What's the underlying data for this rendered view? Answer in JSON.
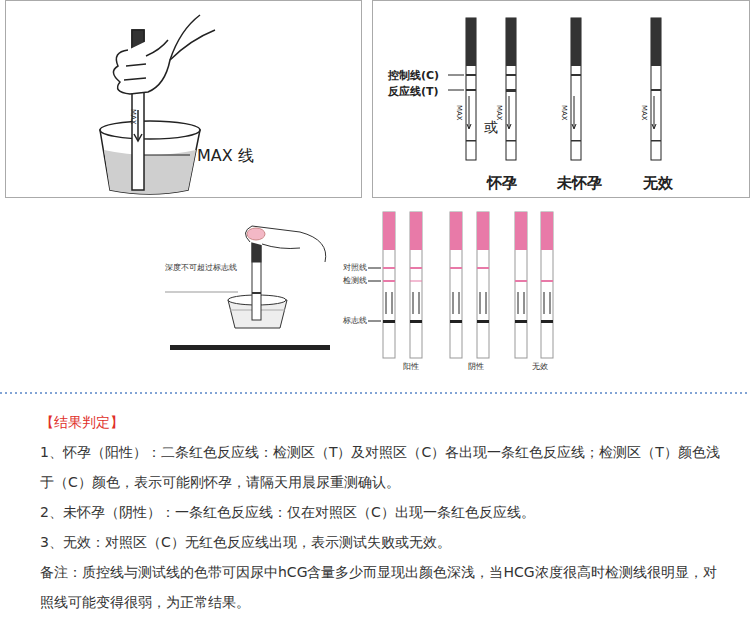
{
  "diagram": {
    "nodes": [
      {
        "text": [
          "MAX 线",
          "MAX"
        ]
      },
      {
        "text": [
          "控制线(C)",
          "反应线(T)",
          "MAX",
          "或",
          "MAX",
          "MAX",
          "MAX",
          "怀孕",
          "未怀孕",
          "无效"
        ]
      }
    ],
    "labels": [
      "深度不可超过标志线",
      "对照线",
      "检测线",
      "标志线",
      "阳性",
      "阴性",
      "无效",
      "【结果判定】",
      "1、怀孕（阳性）：二条红色反应线：检测区（T）及对照区（C）各出现一条红色反应线；检测区（T）颜色浅 于（C）颜色，表示可能刚怀孕，请隔天用晨尿重测确认。",
      "2、未怀孕（阴性）：一条红色反应线：仅在对照区（C）出现一条红色反应线。",
      "3、无效：对照区（C）无红色反应线出现，表示测试失败或无效。",
      "备注：质控线与测试线的色带可因尿中hCG含量多少而显现出颜色深浅，当HCG浓度很高时检测线很明显，对照线可能变得很弱，为正常结果。"
    ]
  }
}
